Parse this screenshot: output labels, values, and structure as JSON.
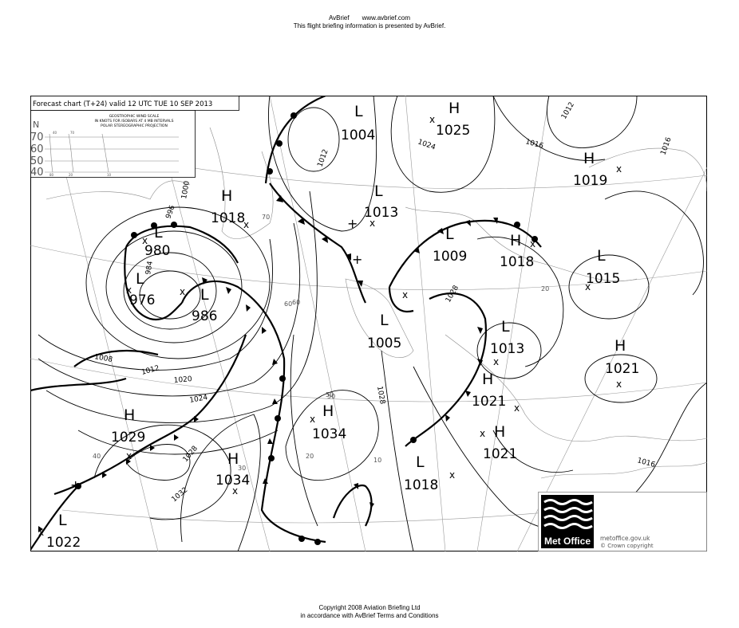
{
  "header": {
    "site_name": "AvBrief",
    "site_url": "www.avbrief.com",
    "notice": "This flight briefing information is presented by AvBrief."
  },
  "chart": {
    "title": "Forecast chart (T+24) valid 12 UTC TUE 10 SEP 2013",
    "wind_scale": {
      "heading_lines": [
        "GEOSTROPHIC WIND SCALE",
        "IN KNOTS FOR ISOBARS AT 4 MB INTERVALS",
        "POLAR STEREOGRAPHIC PROJECTION"
      ],
      "lat_label": "N",
      "latitudes": [
        "70",
        "60",
        "50",
        "40"
      ],
      "top_ticks": [
        "40",
        "70"
      ],
      "bottom_ticks": [
        "80",
        "20",
        "10"
      ]
    },
    "pressure_centres": [
      {
        "type": "L",
        "value": "1004"
      },
      {
        "type": "H",
        "value": "1025"
      },
      {
        "type": "H",
        "value": "1019"
      },
      {
        "type": "H",
        "value": "1018"
      },
      {
        "type": "L",
        "value": "1013"
      },
      {
        "type": "L",
        "value": "980"
      },
      {
        "type": "L",
        "value": "976"
      },
      {
        "type": "L",
        "value": "986"
      },
      {
        "type": "L",
        "value": "1009"
      },
      {
        "type": "H",
        "value": "1018"
      },
      {
        "type": "L",
        "value": "1015"
      },
      {
        "type": "L",
        "value": "1005"
      },
      {
        "type": "L",
        "value": "1013"
      },
      {
        "type": "H",
        "value": "1021"
      },
      {
        "type": "H",
        "value": "1021"
      },
      {
        "type": "H",
        "value": "1021"
      },
      {
        "type": "H",
        "value": "1029"
      },
      {
        "type": "H",
        "value": "1034"
      },
      {
        "type": "H",
        "value": "1034"
      },
      {
        "type": "L",
        "value": "1018"
      },
      {
        "type": "L",
        "value": "1022"
      }
    ],
    "isobar_labels": [
      "1012",
      "1016",
      "1024",
      "1028",
      "1032",
      "1008",
      "1016",
      "1012",
      "1020",
      "1024",
      "1028",
      "1016",
      "1012",
      "1028",
      "996",
      "1000",
      "984"
    ],
    "graticule_labels": [
      "70",
      "60",
      "50",
      "40",
      "30",
      "20",
      "10",
      "20",
      "50",
      "60"
    ],
    "logo": {
      "brand": "Met Office",
      "url": "metoffice.gov.uk",
      "copyright": "© Crown copyright"
    },
    "colors": {
      "logo_bg": "#000000",
      "isobar": "#000000",
      "graticule": "#9a9a9a"
    }
  },
  "footer": {
    "line1": "Copyright 2008 Aviation Briefing Ltd",
    "line2": "in accordance with AvBrief Terms and Conditions"
  }
}
